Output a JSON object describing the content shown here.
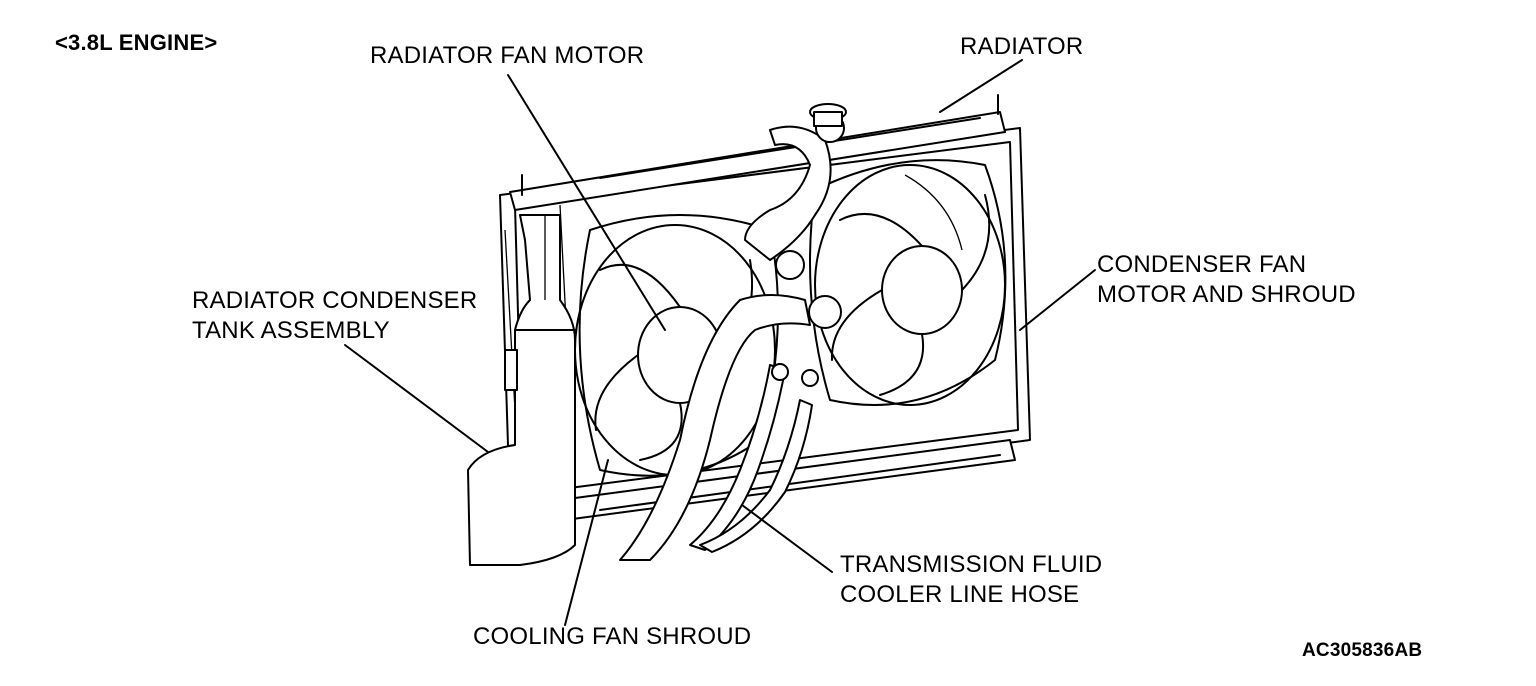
{
  "header": {
    "engine": "<3.8L ENGINE>"
  },
  "labels": {
    "radiator_fan_motor": "RADIATOR FAN MOTOR",
    "radiator": "RADIATOR",
    "condenser_fan_line1": "CONDENSER FAN",
    "condenser_fan_line2": "MOTOR AND SHROUD",
    "condenser_tank_line1": "RADIATOR CONDENSER",
    "condenser_tank_line2": "TANK ASSEMBLY",
    "transmission_line1": "TRANSMISSION FLUID",
    "transmission_line2": "COOLER LINE HOSE",
    "cooling_fan_shroud": "COOLING FAN SHROUD"
  },
  "figure_id": "AC305836AB"
}
